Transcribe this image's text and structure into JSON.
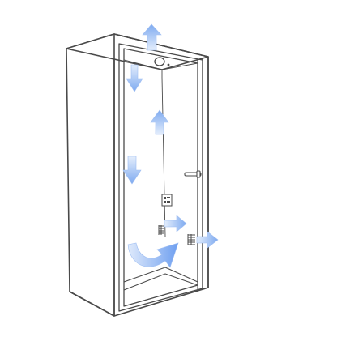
{
  "diagram": {
    "type": "phone booth ventilation airflow",
    "colors": {
      "line": "#4a4a4a",
      "glass_edge": "#8c8c8c",
      "arrow_fill_light": "#dbe9fb",
      "arrow_fill_dark": "#7eaaf0"
    },
    "parts": [
      "booth-cabinet",
      "glass-door",
      "door-handle",
      "ceiling-light",
      "control-panel",
      "intake-grille",
      "exhaust-grille"
    ],
    "airflow": [
      {
        "name": "exhaust-up",
        "direction": "up"
      },
      {
        "name": "inflow-down-top",
        "direction": "down"
      },
      {
        "name": "rising-air",
        "direction": "up"
      },
      {
        "name": "inflow-down-middle",
        "direction": "down"
      },
      {
        "name": "intake-right",
        "direction": "right"
      },
      {
        "name": "exhaust-right",
        "direction": "right"
      },
      {
        "name": "circulation-curve",
        "direction": "curved up-right"
      }
    ]
  }
}
